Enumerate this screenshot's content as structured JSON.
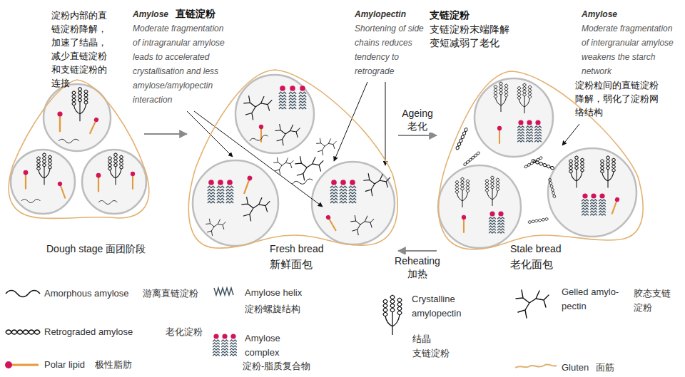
{
  "diagram": {
    "nodes": [
      {
        "text": [
          "Dough stage 面团阶段"
        ]
      },
      {
        "text": [
          "Fresh bread",
          "新鲜面包"
        ]
      },
      {
        "text": [
          "Stale bread",
          "老化面包"
        ]
      }
    ],
    "edges": [
      {
        "from": 0,
        "to": 1,
        "arrow": "to"
      },
      {
        "from": 1,
        "to": 2,
        "label": "Ageing 老化",
        "arrow": "to"
      },
      {
        "from": 2,
        "to": 1,
        "label": "Reheating 加热",
        "arrow": "to"
      }
    ],
    "labels": [
      "淀粉内部的直链淀粉降解，加速了结晶，减少直链淀粉和支链淀粉的连接",
      "Amylose",
      "直链淀粉",
      "Moderate fragmentation of intragranular amylose leads to accelerated crystallisation and less amylose/amylopectin interaction",
      "Amylopectin",
      "Shortening of side chains reduces tendency to retrograde",
      "支链淀粉",
      "支链淀粉末端降解变短减弱了老化",
      "Amylose",
      "Moderate fragmentation of intergranular amylose weakens the starch network",
      "淀粉粒间的直链淀粉降解，弱化了淀粉网络结构",
      "游离直链淀粉",
      "淀粉螺旋结构",
      "老化淀粉",
      "淀粉-脂质复合物",
      "极性脂肪",
      "结晶 支链淀粉",
      "胶态支链 淀粉",
      "面筋"
    ],
    "legend": [
      {
        "text": "Amorphous amylose"
      },
      {
        "text": "Amylose helix"
      },
      {
        "text": "Retrograded amylose"
      },
      {
        "text": "Amylose complex"
      },
      {
        "text": "Polar lipid"
      },
      {
        "text": "Crystalline amylopectin"
      },
      {
        "text": "Gelled amylo-pectin"
      },
      {
        "text": "Gluten"
      }
    ]
  }
}
